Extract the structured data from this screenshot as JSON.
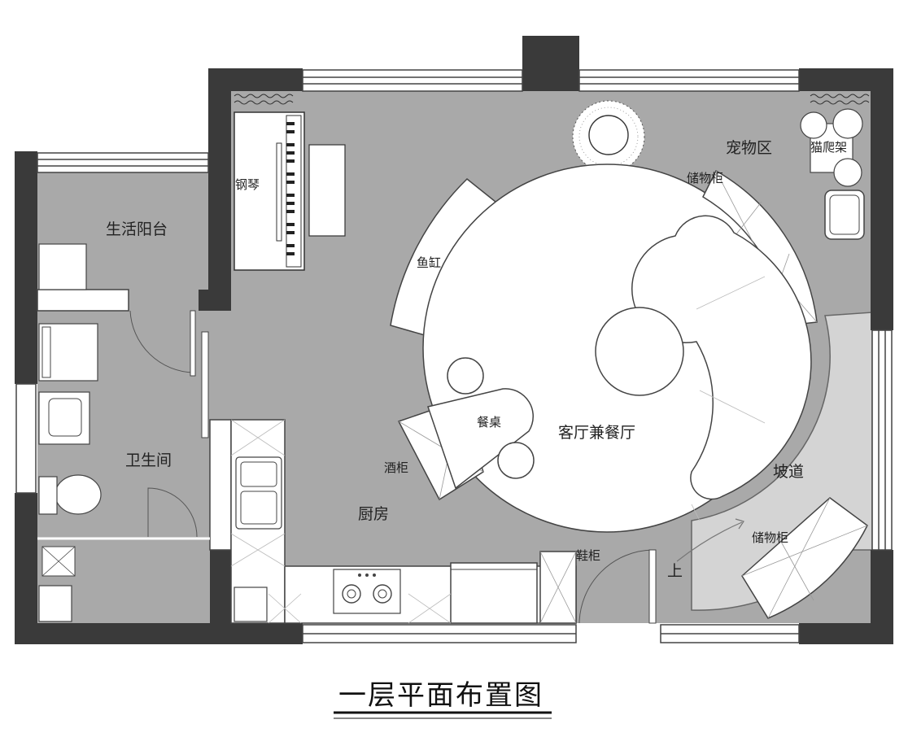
{
  "title": "一层平面布置图",
  "rooms": {
    "balcony": "生活阳台",
    "bathroom": "卫生间",
    "kitchen": "厨房",
    "living_dining": "客厅兼餐厅",
    "pet_area": "宠物区",
    "ramp": "坡道"
  },
  "furniture": {
    "piano": "钢琴",
    "fish_tank": "鱼缸",
    "dining_table": "餐桌",
    "wine_cabinet": "酒柜",
    "cat_tree": "猫爬架",
    "storage_top": "储物柜",
    "storage_ramp": "储物柜",
    "shoe_cabinet": "鞋柜",
    "up": "上"
  },
  "colors": {
    "wall": "#3a3a3a",
    "floor": "#a9a9a9",
    "ramp_floor": "#d4d4d4",
    "white": "#ffffff",
    "line": "#444444"
  }
}
